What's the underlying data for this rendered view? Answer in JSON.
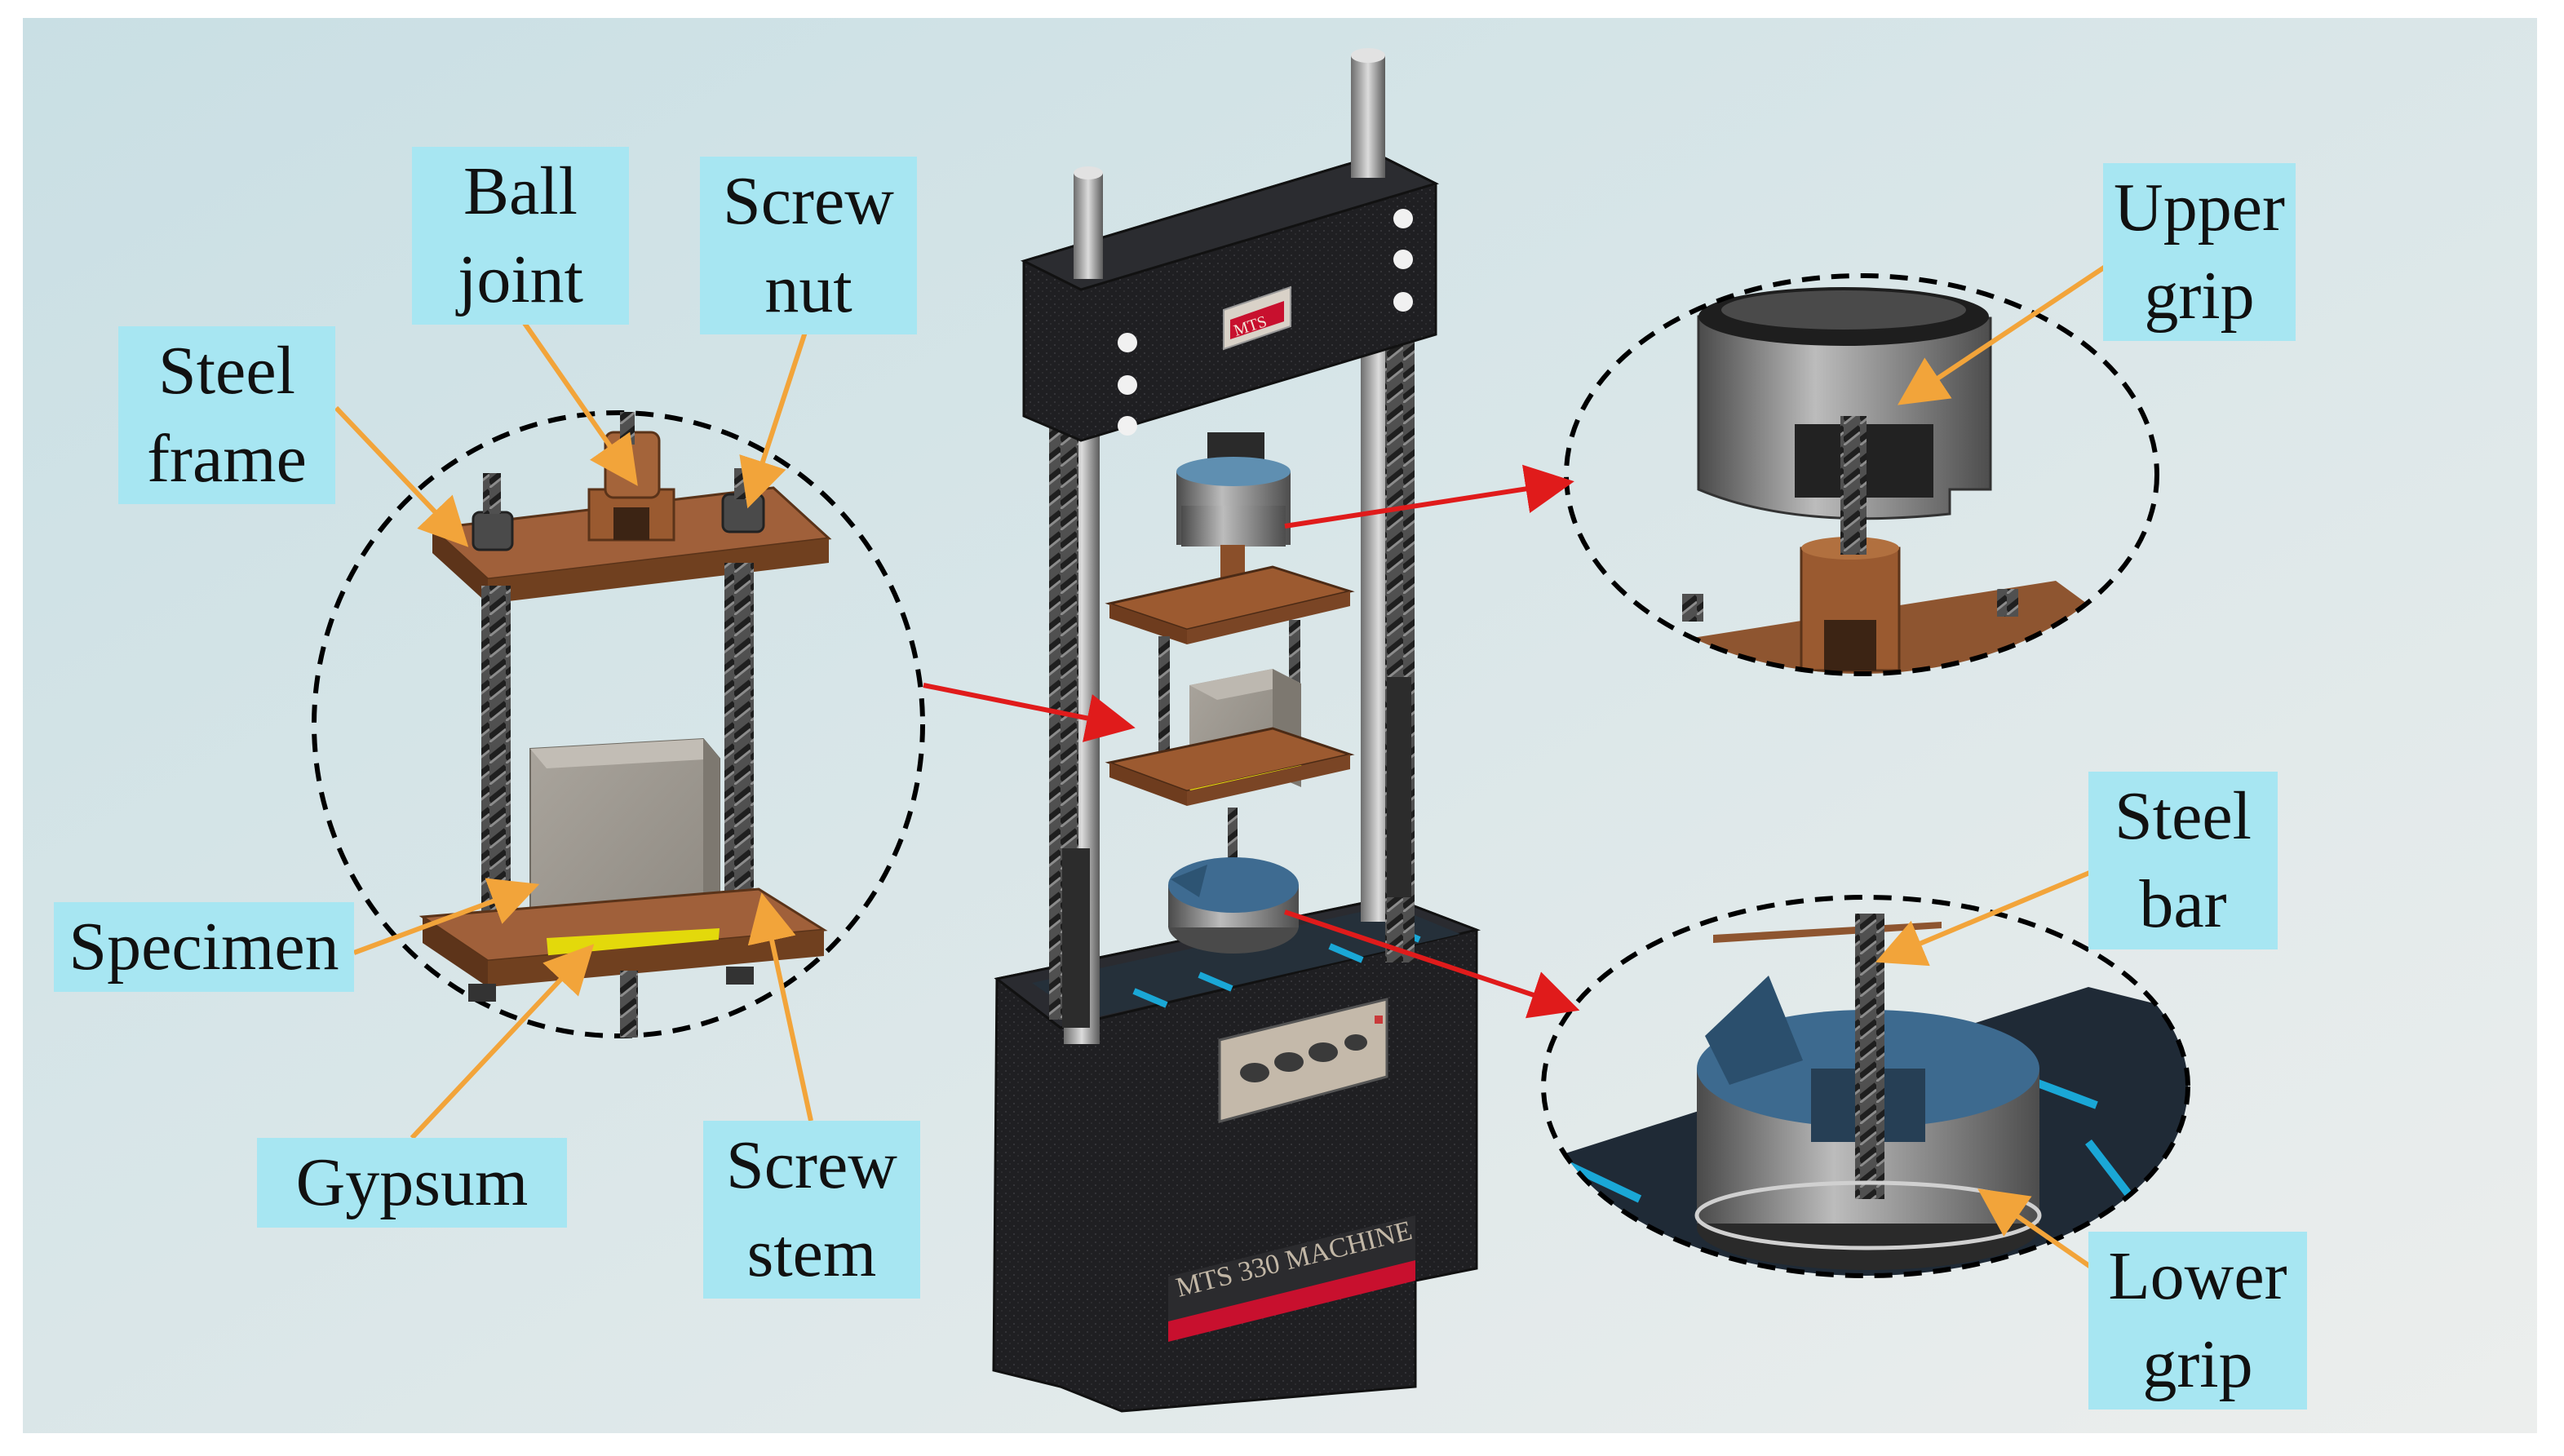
{
  "machine": {
    "brand": "MTS",
    "plate": "MTS 330 MACHINE"
  },
  "labels": {
    "ball_joint": "Ball\njoint",
    "screw_nut": "Screw\nnut",
    "steel_frame": "Steel\nframe",
    "specimen": "Specimen",
    "gypsum": "Gypsum",
    "screw_stem": "Screw\nstem",
    "upper_grip": "Upper\ngrip",
    "steel_bar": "Steel\nbar",
    "lower_grip": "Lower\ngrip"
  },
  "colors": {
    "label_bg": "#a7e6f2",
    "leader": "#f2a43a",
    "pointer": "#e01b1b",
    "copper": "#9c5a30",
    "machine_body": "#1f1f22",
    "accent_blue": "#1aa7d6"
  }
}
